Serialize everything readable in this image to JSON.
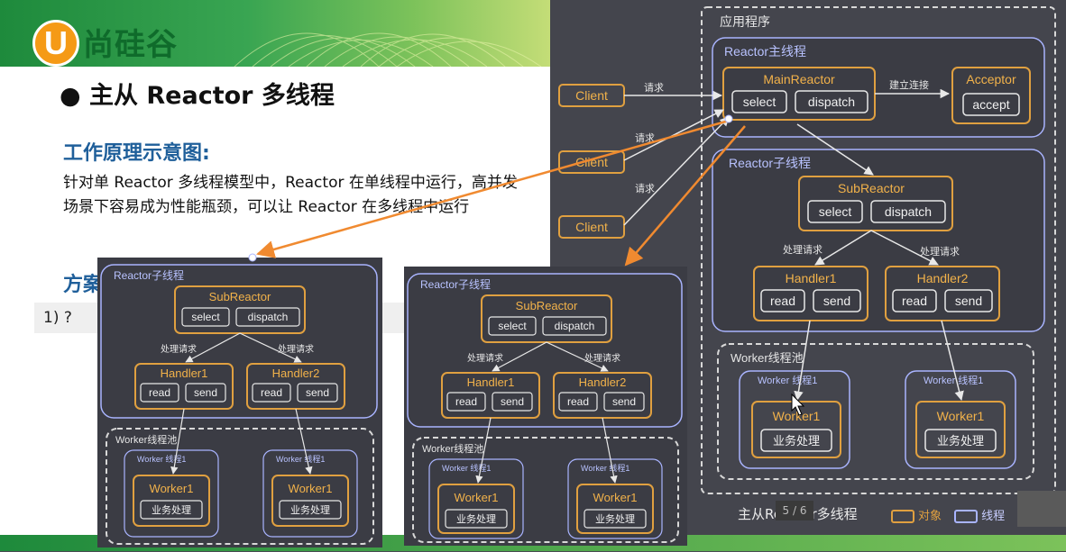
{
  "logo": {
    "letter": "U",
    "name": "尚硅谷"
  },
  "slide": {
    "bullet_title": "主从 Reactor 多线程",
    "section_heading": "工作原理示意图:",
    "description": "针对单 Reactor 多线程模型中，Reactor 在单线程中运行，高并发场景下容易成为性能瓶颈，可以让 Reactor 在多线程中运行",
    "section2_heading": "方案",
    "row1": "1)  ?"
  },
  "diagram_main": {
    "app_label": "应用程序",
    "main_thread_label": "Reactor主线程",
    "main_reactor": "MainReactor",
    "select": "select",
    "dispatch": "dispatch",
    "acceptor": "Acceptor",
    "accept": "accept",
    "establish_conn": "建立连接",
    "clients": [
      "Client",
      "Client",
      "Client"
    ],
    "request": "请求",
    "sub_thread_label": "Reactor子线程",
    "sub_reactor": "SubReactor",
    "handle_request": "处理请求",
    "handler1": "Handler1",
    "handler2": "Handler2",
    "read": "read",
    "send": "send",
    "worker_pool_label": "Worker线程池",
    "worker_thread_label": "Worker 线程1",
    "worker": "Worker1",
    "business": "业务处理"
  },
  "caption": {
    "text": "主从Reactor多线程",
    "legend_object": "对象",
    "legend_thread": "线程",
    "page": "5 / 6"
  },
  "colors": {
    "object_border": "#e0a040",
    "object_text": "#f2b24a",
    "thread_border": "#a9b4ff",
    "thread_text": "#b8c2ff",
    "arrow_orange": "#f08a30",
    "panel_bg": "#3b3c44"
  }
}
